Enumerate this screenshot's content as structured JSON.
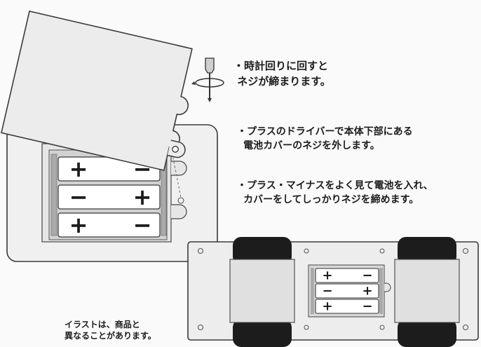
{
  "captions": {
    "rotate": {
      "bullet": "・",
      "lines": [
        "時計回りに回すと",
        "ネジが締まります。"
      ]
    },
    "step1": {
      "bullet": "・",
      "lines": [
        "プラスのドライバーで本体下部にある",
        "電池カバーのネジを外します。"
      ]
    },
    "step2": {
      "bullet": "・",
      "lines": [
        "プラス・マイナスをよく見て電池を入れ、",
        "カバーをしてしっかりネジを締めます。"
      ]
    },
    "note": {
      "lines": [
        "イラストは、商品と",
        "異なることがあります。"
      ]
    }
  },
  "large_battery_rows": [
    {
      "left": "+",
      "right": "−"
    },
    {
      "left": "−",
      "right": "+"
    },
    {
      "left": "+",
      "right": "−"
    }
  ],
  "small_battery_rows": [
    {
      "left": "+",
      "right": "−"
    },
    {
      "left": "−",
      "right": "+"
    },
    {
      "left": "+",
      "right": "−"
    }
  ]
}
